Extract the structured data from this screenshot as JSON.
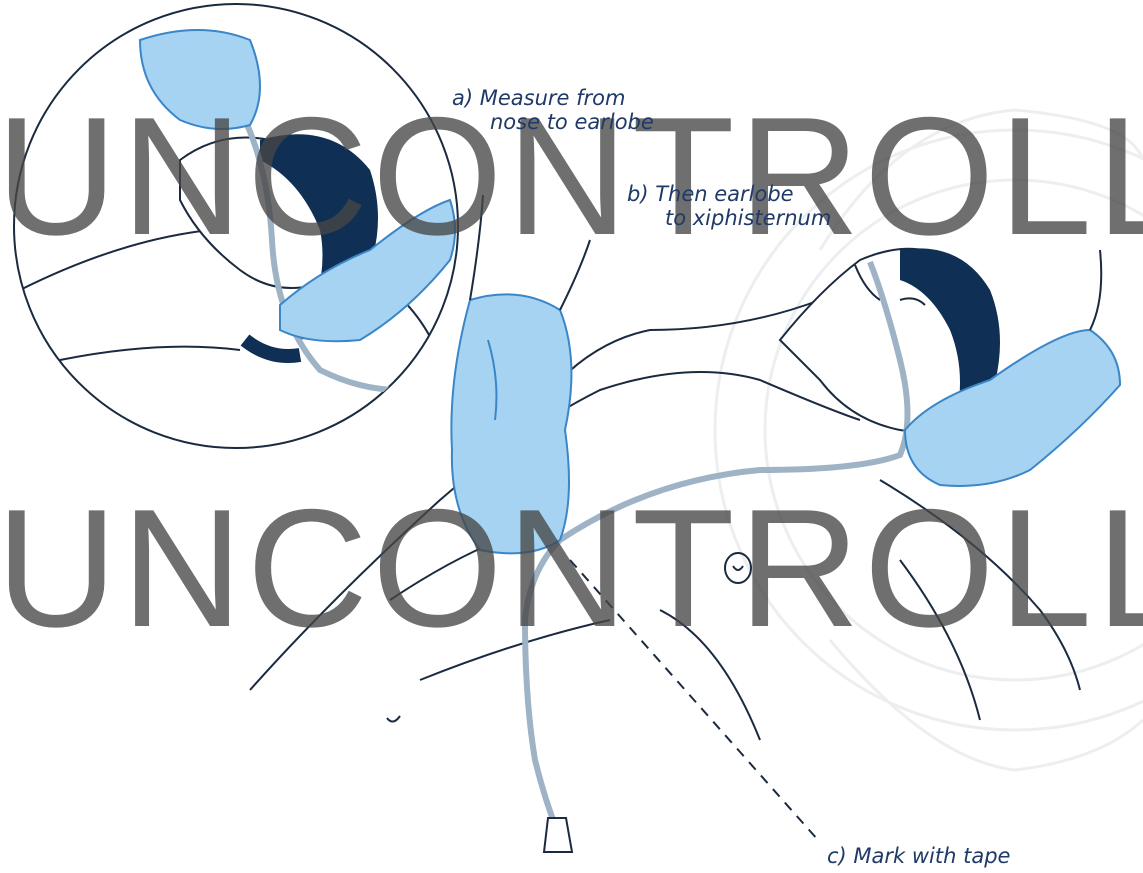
{
  "labels": {
    "a_line1": "a)  Measure from",
    "a_line2": "nose to earlobe",
    "b_line1": "b)  Then earlobe",
    "b_line2": "to xiphisternum",
    "c_line1": "c)  Mark with tape"
  },
  "watermark": {
    "text": "UNCONTROLLED"
  },
  "colors": {
    "outline": "#1a2a3f",
    "glove_fill": "#a6d3f1",
    "glove_stroke": "#3a86c8",
    "hair": "#0f2f55",
    "label_text": "#1f3a66",
    "skin_shade": "#e2eaf2"
  }
}
